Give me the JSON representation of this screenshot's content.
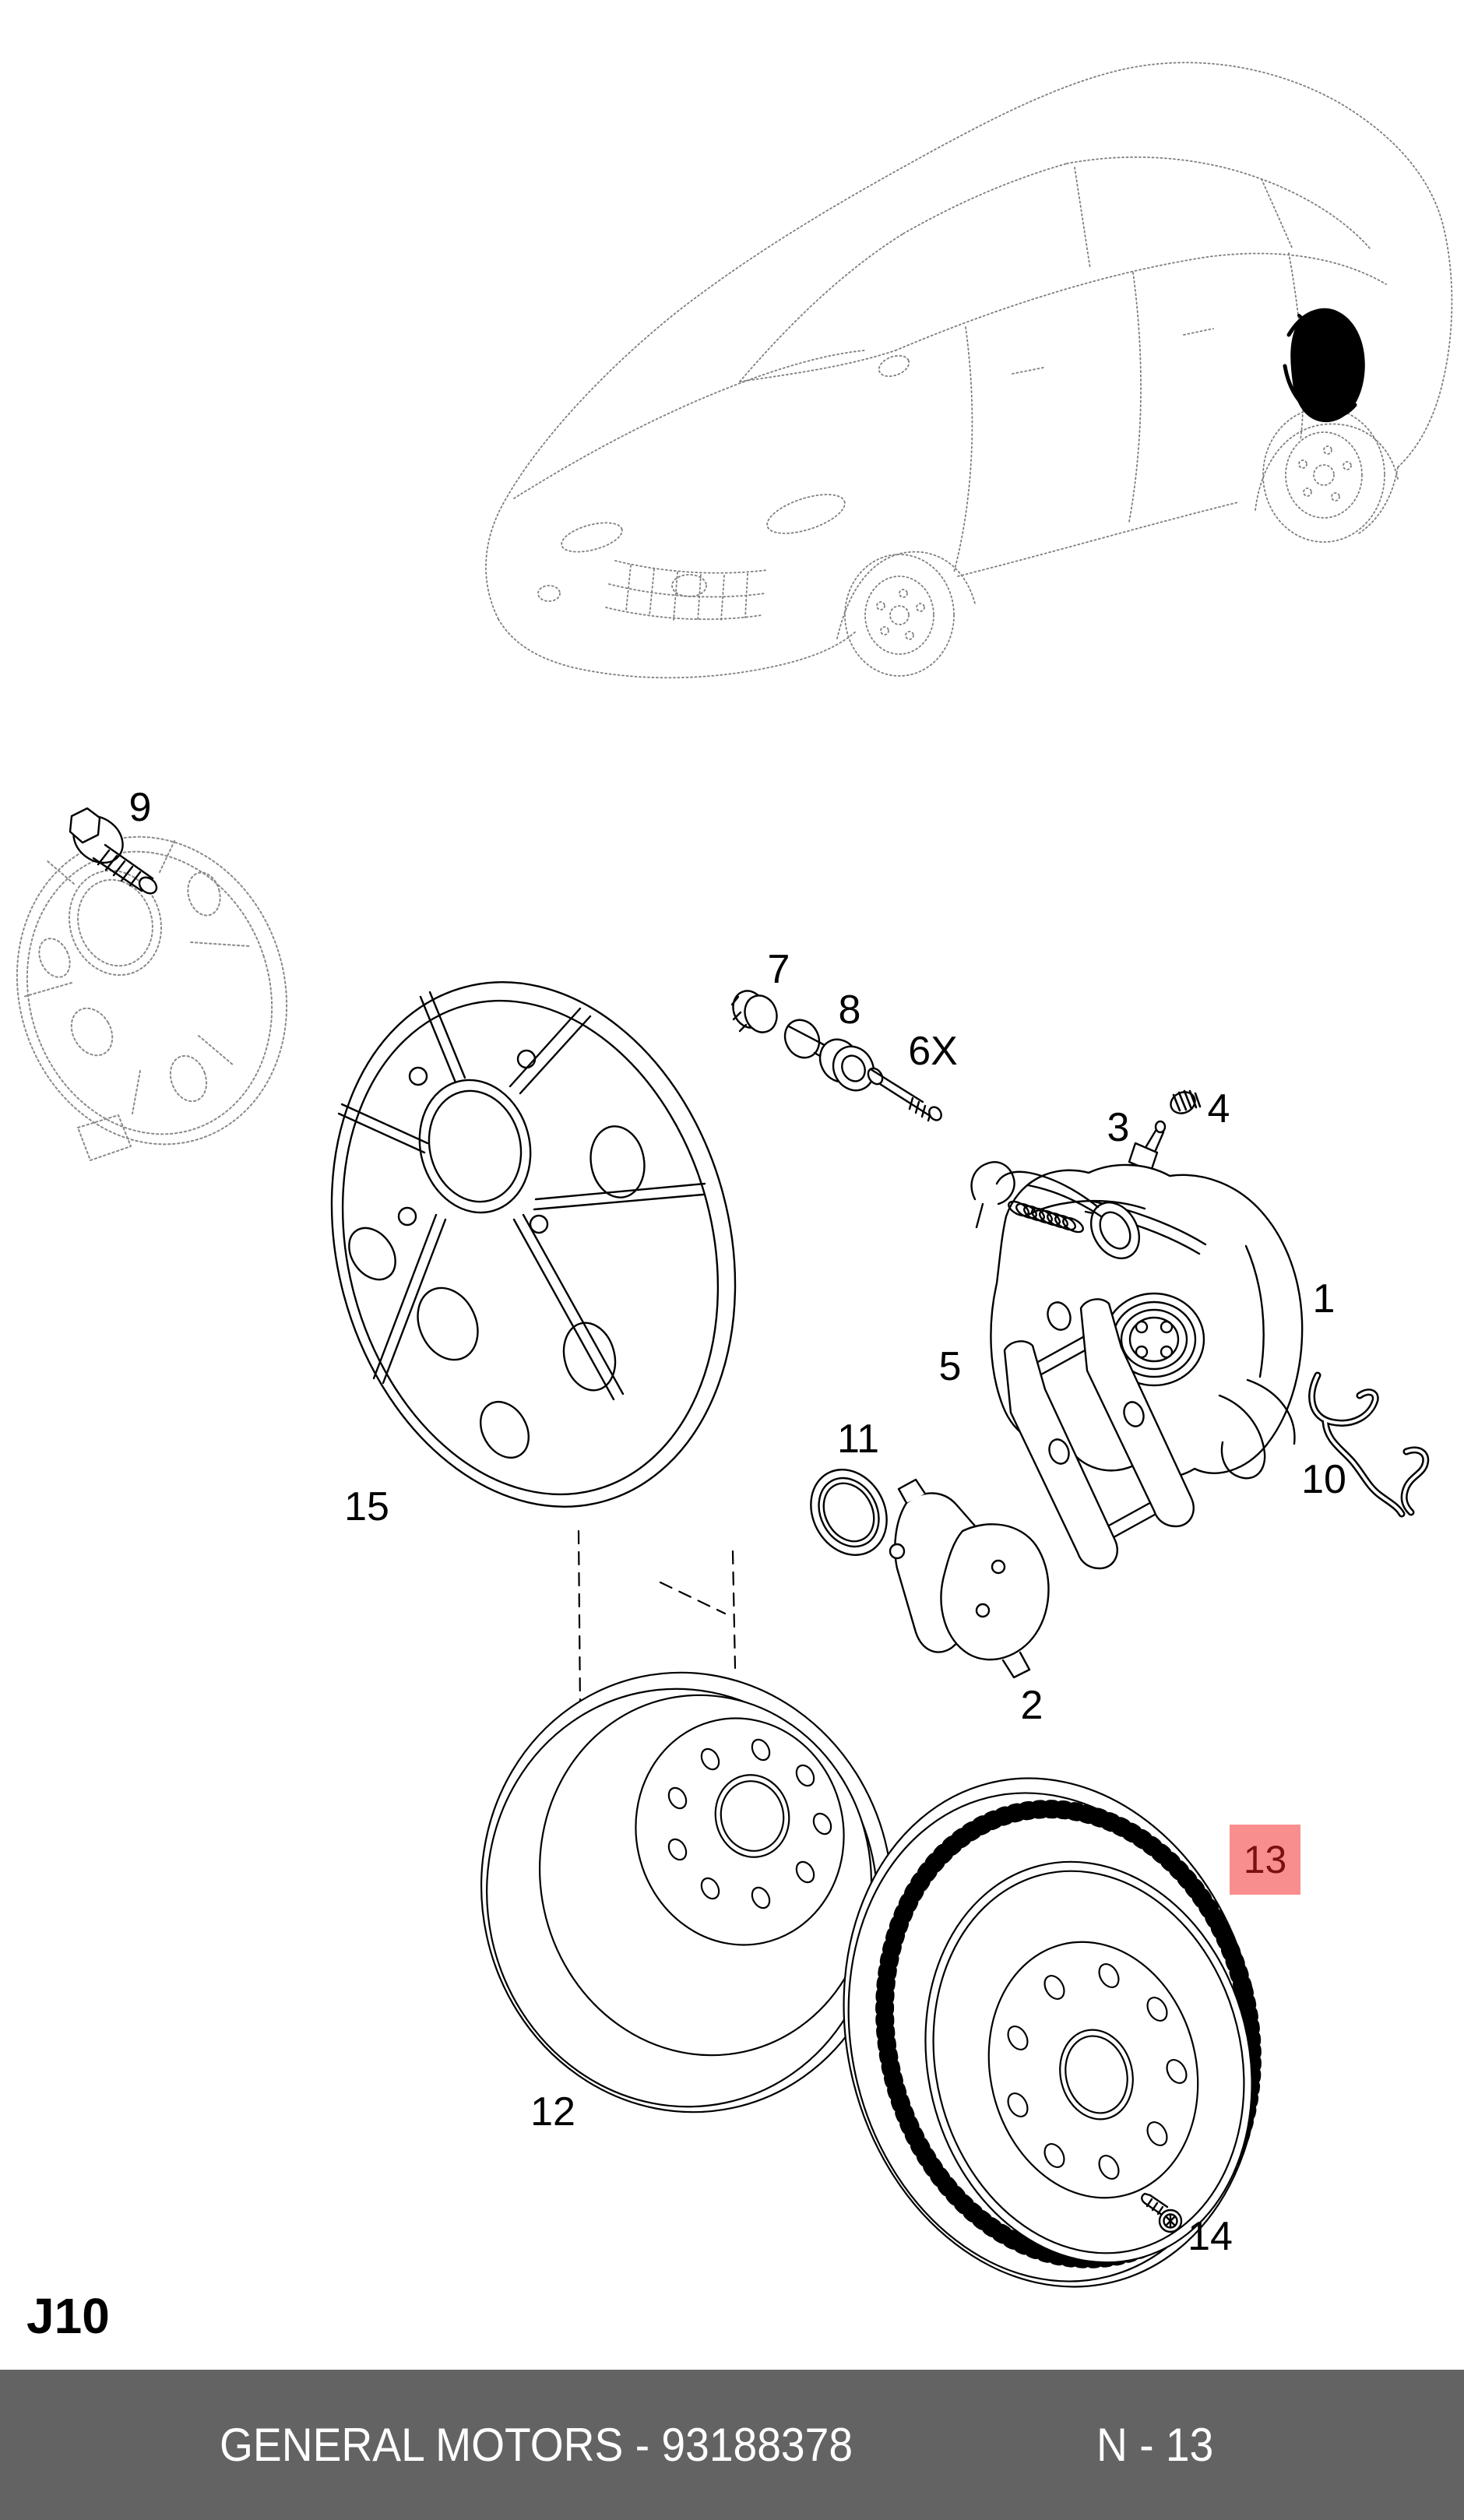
{
  "page": {
    "drawing_code": "J10"
  },
  "footer": {
    "catalog_text": "GENERAL MOTORS - 93188378",
    "page_ref": "N - 13"
  },
  "highlight": {
    "label": "13"
  },
  "callouts": [
    {
      "label": "9"
    },
    {
      "label": "7"
    },
    {
      "label": "8"
    },
    {
      "label": "6X"
    },
    {
      "label": "3"
    },
    {
      "label": "4"
    },
    {
      "label": "1"
    },
    {
      "label": "5"
    },
    {
      "label": "11"
    },
    {
      "label": "10"
    },
    {
      "label": "2"
    },
    {
      "label": "15"
    },
    {
      "label": "12"
    },
    {
      "label": "14"
    }
  ],
  "colors": {
    "highlight_bg": "#f98e8e",
    "highlight_fg": "#7c1112",
    "footer_bg": "#636363",
    "footer_fg": "#ffffff",
    "line": "#000000",
    "ghost_line": "#8a8a8a"
  }
}
